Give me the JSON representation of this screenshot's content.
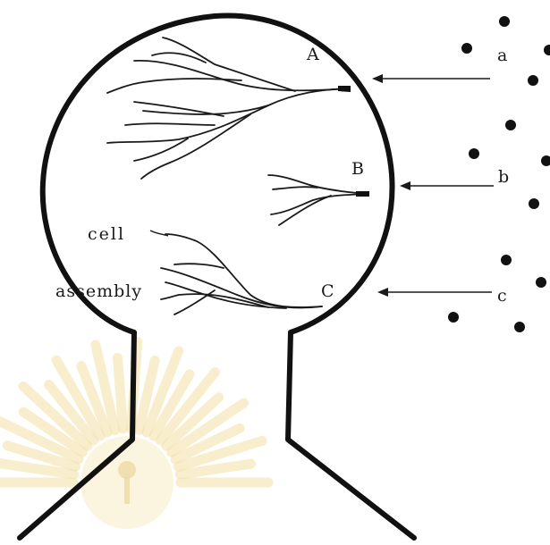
{
  "diagram": {
    "labels": {
      "cell": "cell",
      "assembly": "assembly",
      "A": "A",
      "B": "B",
      "C": "C",
      "a": "a",
      "b": "b",
      "c": "c"
    },
    "colors": {
      "ink": "#111111",
      "background": "#ffffff",
      "watermark": "#f3e1a6"
    },
    "icons": {
      "watermark": "sunburst-seal-watermark"
    }
  }
}
